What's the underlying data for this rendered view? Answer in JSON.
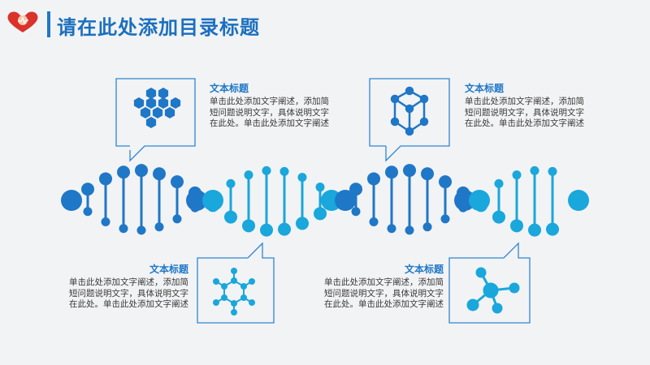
{
  "header": {
    "title": "请在此处添加目录标题"
  },
  "colors": {
    "dark_blue": "#1f77c7",
    "light_blue": "#19a7dc",
    "frame": "#2f86d2"
  },
  "sections": [
    {
      "heading": "文本标题",
      "body": "单击此处添加文字阐述，添加简短问题说明文字，具体说明文字在此处。单击此处添加文字阐述",
      "icon": "hexagon-cluster-icon"
    },
    {
      "heading": "文本标题",
      "body": "单击此处添加文字阐述，添加简短问题说明文字，具体说明文字在此处。单击此处添加文字阐述",
      "icon": "cube-molecule-icon"
    },
    {
      "heading": "文本标题",
      "body": "单击此处添加文字阐述，添加简短问题说明文字，具体说明文字在此处。单击此处添加文字阐述",
      "icon": "ring-molecule-icon"
    },
    {
      "heading": "文本标题",
      "body": "单击此处添加文字阐述，添加简短问题说明文字，具体说明文字在此处。单击此处添加文字阐述",
      "icon": "star-molecule-icon"
    }
  ]
}
